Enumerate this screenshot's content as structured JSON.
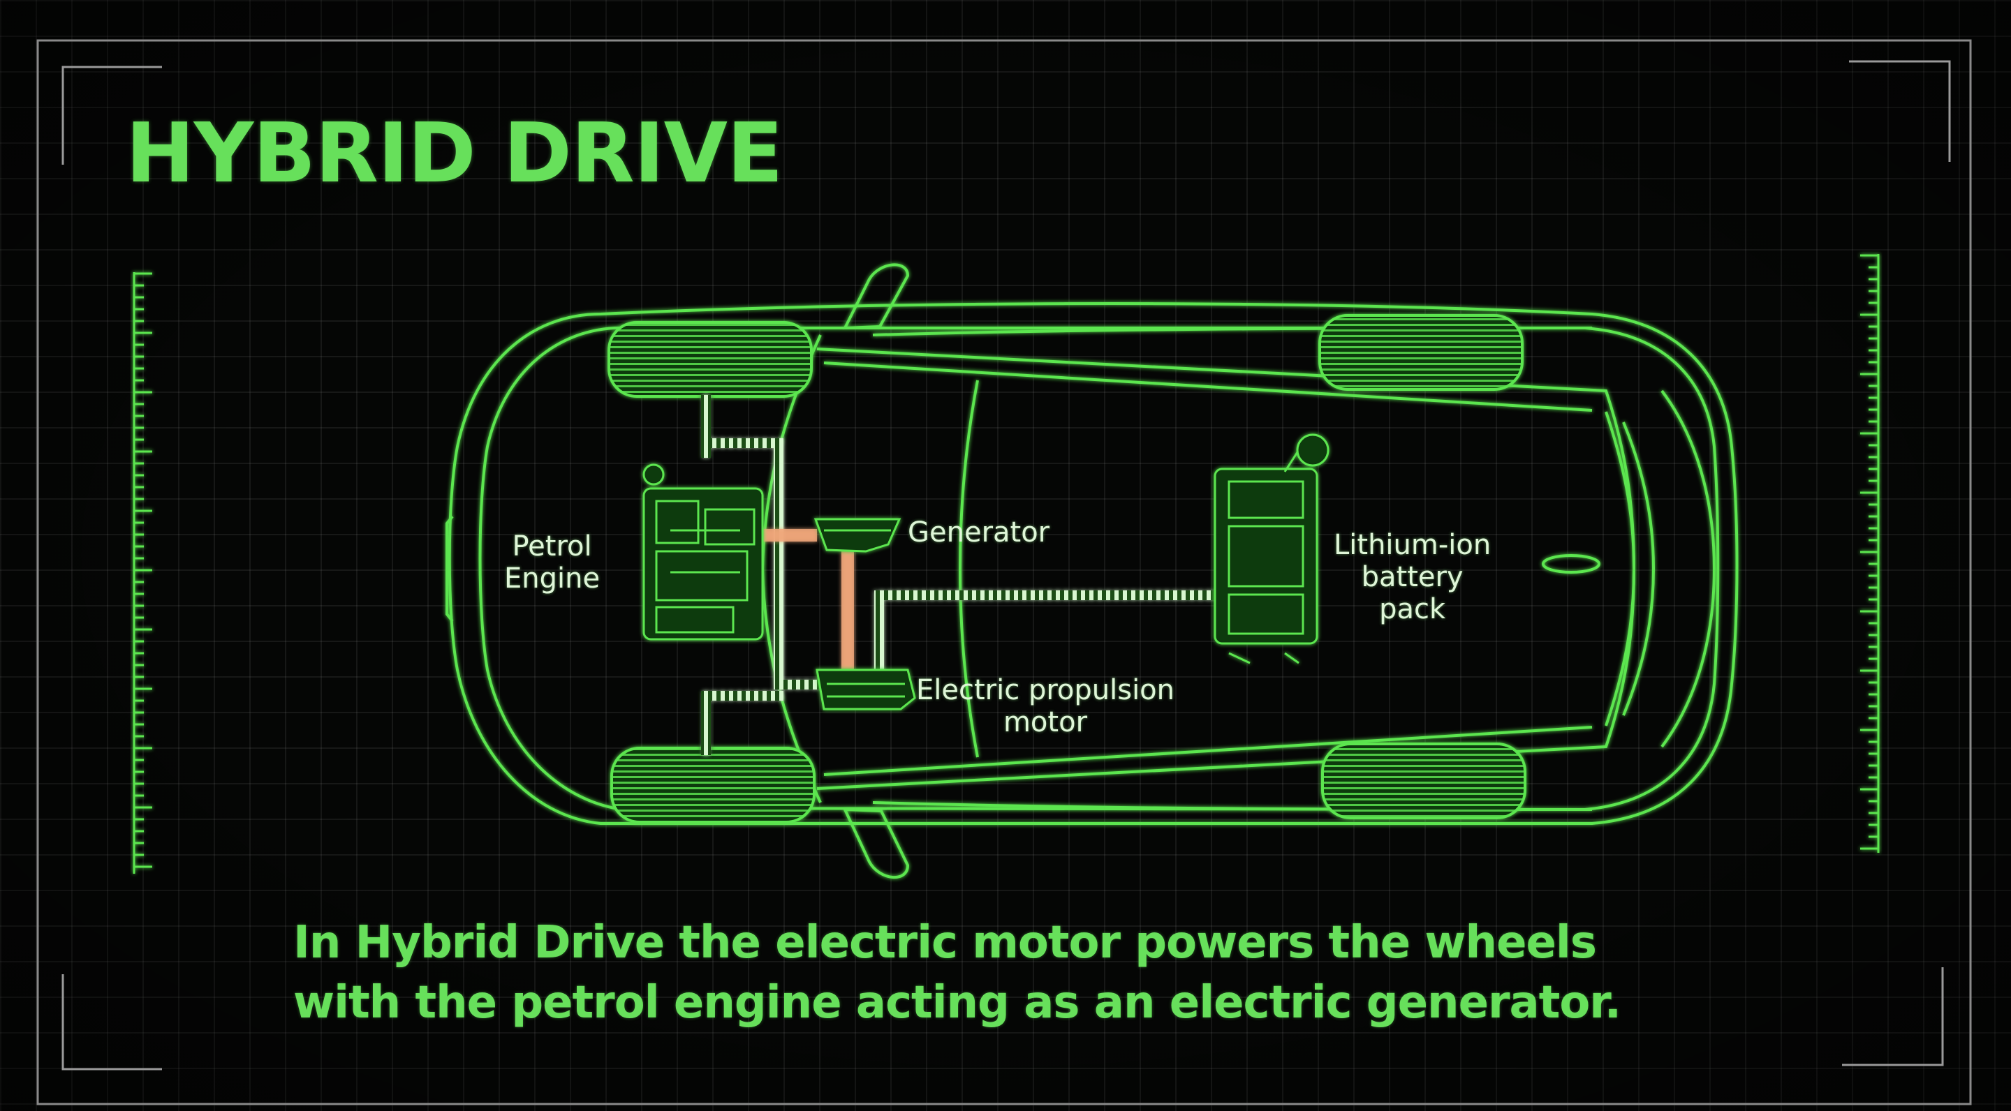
{
  "title": "HYBRID DRIVE",
  "labels": {
    "petrol_engine": [
      "Petrol",
      "Engine"
    ],
    "generator": "Generator",
    "battery": [
      "Lithium-ion",
      "battery",
      "pack"
    ],
    "motor": [
      "Electric propulsion",
      "motor"
    ]
  },
  "caption": [
    "In Hybrid Drive the electric motor powers the wheels",
    "with the petrol engine acting as an electric generator."
  ],
  "colors": {
    "accent_green": "#67e05b",
    "wire_green": "#5ce64f",
    "generator_link": "#f0a77a",
    "background": "#050605"
  }
}
